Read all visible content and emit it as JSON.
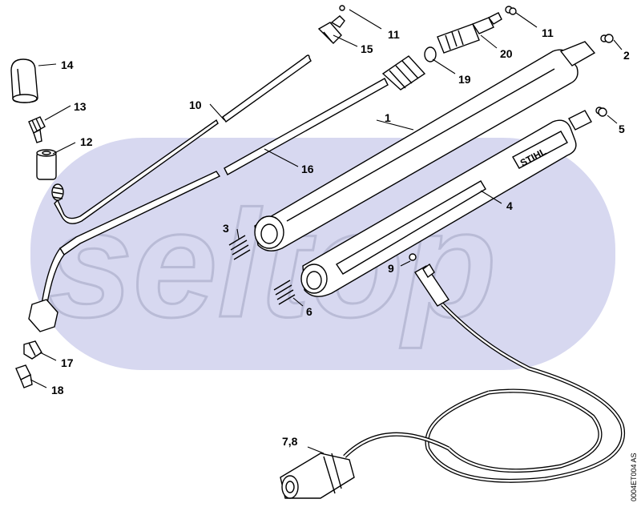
{
  "watermark": {
    "text": "seltop",
    "band_color": "#d7d8f0"
  },
  "drawing_code": "0004ET004 AS",
  "callouts": {
    "c1": "1",
    "c2": "2",
    "c3": "3",
    "c4": "4",
    "c5": "5",
    "c6": "6",
    "c78": "7,8",
    "c9": "9",
    "c10": "10",
    "c11a": "11",
    "c11b": "11",
    "c12": "12",
    "c13": "13",
    "c14": "14",
    "c15": "15",
    "c16": "16",
    "c17": "17",
    "c18": "18",
    "c19": "19",
    "c20": "20"
  }
}
